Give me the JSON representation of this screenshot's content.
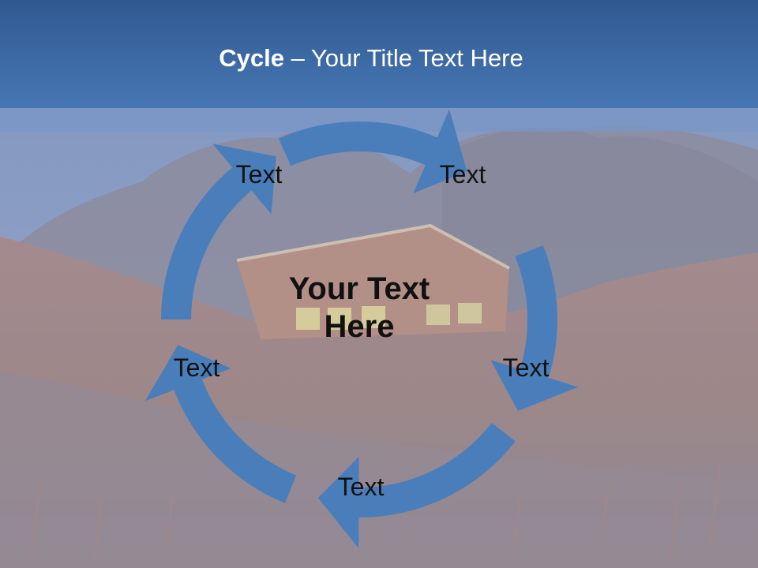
{
  "slide": {
    "title_bold": "Cycle",
    "title_rest": " – Your Title Text Here",
    "center_text": "Your Text Here",
    "node_labels": [
      "Text",
      "Text",
      "Text",
      "Text",
      "Text"
    ]
  },
  "colors": {
    "title_bar": "#3d6aa4",
    "arrow_fill": "#4a7ebb",
    "text": "#111111",
    "title_text": "#ffffff"
  },
  "background": "faded photo of a lit house on a hillside among trees under a blue sky"
}
